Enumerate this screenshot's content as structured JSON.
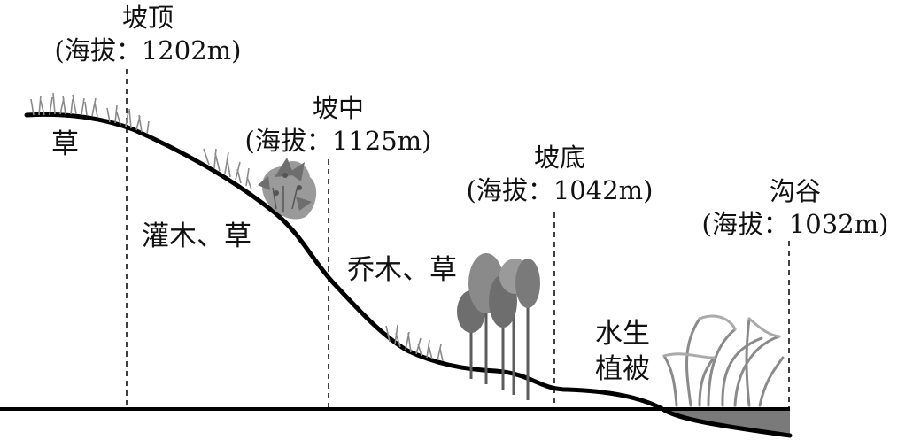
{
  "points": [
    {
      "id": "top",
      "name": "坡顶",
      "altitude": "(海拔：1202m)"
    },
    {
      "id": "mid",
      "name": "坡中",
      "altitude": "(海拔：1125m)"
    },
    {
      "id": "bottom",
      "name": "坡底",
      "altitude": "(海拔：1042m)"
    },
    {
      "id": "gully",
      "name": "沟谷",
      "altitude": "(海拔：1032m)"
    }
  ],
  "vegetation": {
    "grass": "草",
    "shrub_grass": "灌木、草",
    "tree_grass": "乔木、草",
    "aquatic_line1": "水生",
    "aquatic_line2": "植被"
  },
  "colors": {
    "ground": "#000000",
    "water": "#7a7a7a",
    "grass": "#8a8a8a",
    "shrub": "#6e6e6e",
    "tree": "#5c5c5c"
  }
}
